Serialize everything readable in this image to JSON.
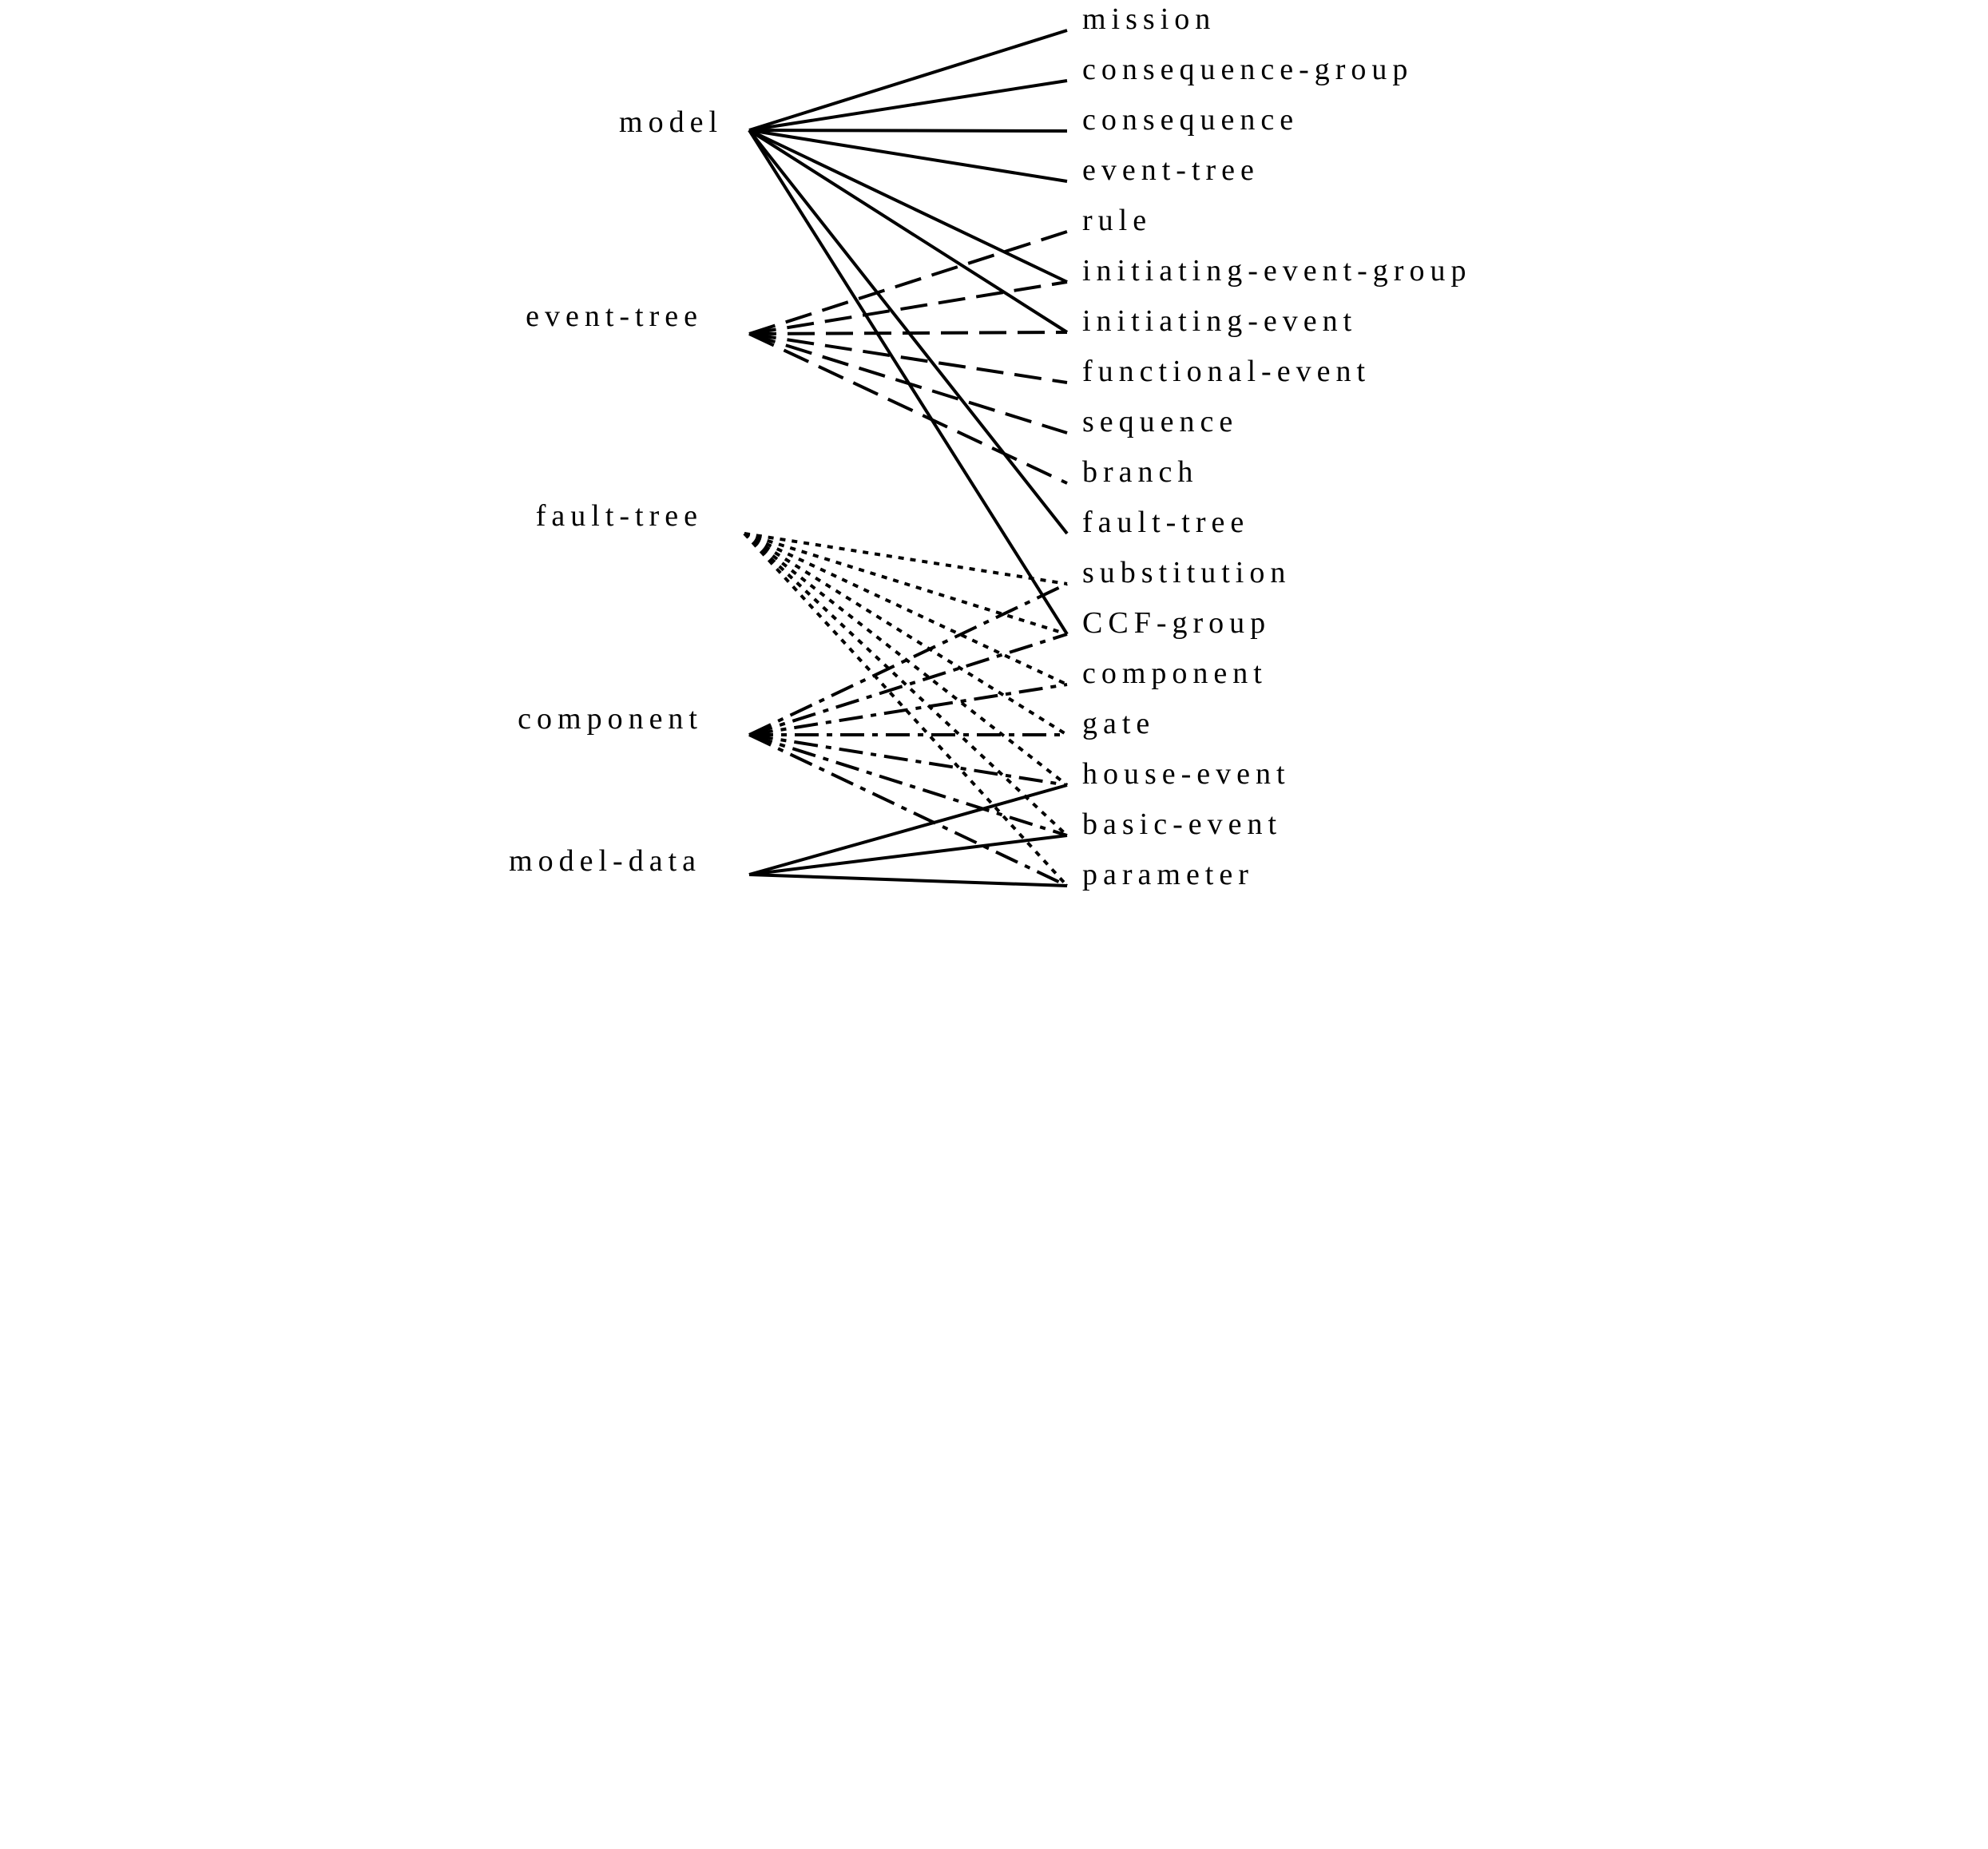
{
  "diagram": {
    "parents": [
      {
        "id": "model",
        "label": "model"
      },
      {
        "id": "event-tree",
        "label": "event-tree"
      },
      {
        "id": "fault-tree",
        "label": "fault-tree"
      },
      {
        "id": "component",
        "label": "component"
      },
      {
        "id": "model-data",
        "label": "model-data"
      }
    ],
    "children": [
      {
        "id": "mission",
        "label": "mission"
      },
      {
        "id": "consequence-group",
        "label": "consequence-group"
      },
      {
        "id": "consequence",
        "label": "consequence"
      },
      {
        "id": "event-tree",
        "label": "event-tree"
      },
      {
        "id": "rule",
        "label": "rule"
      },
      {
        "id": "initiating-event-group",
        "label": "initiating-event-group"
      },
      {
        "id": "initiating-event",
        "label": "initiating-event"
      },
      {
        "id": "functional-event",
        "label": "functional-event"
      },
      {
        "id": "sequence",
        "label": "sequence"
      },
      {
        "id": "branch",
        "label": "branch"
      },
      {
        "id": "fault-tree",
        "label": "fault-tree"
      },
      {
        "id": "substitution",
        "label": "substitution"
      },
      {
        "id": "CCF-group",
        "label": "CCF-group"
      },
      {
        "id": "component",
        "label": "component"
      },
      {
        "id": "gate",
        "label": "gate"
      },
      {
        "id": "house-event",
        "label": "house-event"
      },
      {
        "id": "basic-event",
        "label": "basic-event"
      },
      {
        "id": "parameter",
        "label": "parameter"
      }
    ],
    "edges": [
      {
        "from": "model",
        "to": "mission",
        "style": "solid"
      },
      {
        "from": "model",
        "to": "consequence-group",
        "style": "solid"
      },
      {
        "from": "model",
        "to": "consequence",
        "style": "solid"
      },
      {
        "from": "model",
        "to": "event-tree",
        "style": "solid"
      },
      {
        "from": "model",
        "to": "initiating-event-group",
        "style": "solid"
      },
      {
        "from": "model",
        "to": "initiating-event",
        "style": "solid"
      },
      {
        "from": "model",
        "to": "fault-tree",
        "style": "solid"
      },
      {
        "from": "model",
        "to": "CCF-group",
        "style": "solid"
      },
      {
        "from": "event-tree",
        "to": "rule",
        "style": "dashed"
      },
      {
        "from": "event-tree",
        "to": "initiating-event-group",
        "style": "dashed"
      },
      {
        "from": "event-tree",
        "to": "initiating-event",
        "style": "dashed"
      },
      {
        "from": "event-tree",
        "to": "functional-event",
        "style": "dashed"
      },
      {
        "from": "event-tree",
        "to": "sequence",
        "style": "dashed"
      },
      {
        "from": "event-tree",
        "to": "branch",
        "style": "dashed"
      },
      {
        "from": "fault-tree",
        "to": "substitution",
        "style": "dotted"
      },
      {
        "from": "fault-tree",
        "to": "CCF-group",
        "style": "dotted"
      },
      {
        "from": "fault-tree",
        "to": "component",
        "style": "dotted"
      },
      {
        "from": "fault-tree",
        "to": "gate",
        "style": "dotted"
      },
      {
        "from": "fault-tree",
        "to": "house-event",
        "style": "dotted"
      },
      {
        "from": "fault-tree",
        "to": "basic-event",
        "style": "dotted"
      },
      {
        "from": "fault-tree",
        "to": "parameter",
        "style": "dotted"
      },
      {
        "from": "component",
        "to": "substitution",
        "style": "dashdot"
      },
      {
        "from": "component",
        "to": "CCF-group",
        "style": "dashdot"
      },
      {
        "from": "component",
        "to": "component",
        "style": "dashdot"
      },
      {
        "from": "component",
        "to": "gate",
        "style": "dashdot"
      },
      {
        "from": "component",
        "to": "house-event",
        "style": "dashdot"
      },
      {
        "from": "component",
        "to": "basic-event",
        "style": "dashdot"
      },
      {
        "from": "component",
        "to": "parameter",
        "style": "dashdot"
      },
      {
        "from": "model-data",
        "to": "house-event",
        "style": "solid"
      },
      {
        "from": "model-data",
        "to": "basic-event",
        "style": "solid"
      },
      {
        "from": "model-data",
        "to": "parameter",
        "style": "solid"
      }
    ]
  }
}
